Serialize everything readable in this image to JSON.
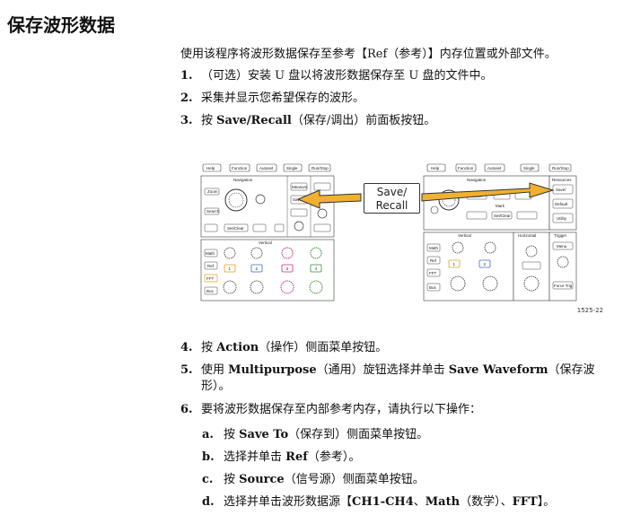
{
  "title": "保存波形数据",
  "intro": "使用该程序将波形数据保存至参考【Ref（参考）】内存位置或外部文件。",
  "steps": [
    {
      "num": "1.",
      "text": "（可选）安装 U 盘以将波形数据保存至 U 盘的文件中。"
    },
    {
      "num": "2.",
      "text": "采集并显示您希望保存的波形。"
    },
    {
      "num": "3.",
      "pre": "按 ",
      "bold": "Save/Recall",
      "post": "（保存/调出）前面板按钮。"
    },
    {
      "num": "4.",
      "pre": "按 ",
      "bold": "Action",
      "post": "（操作）侧面菜单按钮。"
    },
    {
      "num": "5.",
      "pre": "使用 ",
      "bold": "Multipurpose",
      "mid": "（通用）旋钮选择并单击 ",
      "bold2": "Save Waveform",
      "post": "（保存波",
      "line2": "形）。"
    },
    {
      "num": "6.",
      "text": "要将波形数据保存至内部参考内存，请执行以下操作："
    }
  ],
  "substeps": [
    {
      "num": "a.",
      "pre": "按 ",
      "bold": "Save To",
      "post": "（保存到）侧面菜单按钮。"
    },
    {
      "num": "b.",
      "pre": "选择并单击 ",
      "bold": "Ref",
      "post": "（参考）。"
    },
    {
      "num": "c.",
      "pre": "按 ",
      "bold": "Source",
      "post": "（信号源）侧面菜单按钮。"
    },
    {
      "num": "d.",
      "pre": "选择并单击波形数据源【",
      "bold": "CH1-CH4",
      "mid": "、",
      "bold2": "Math",
      "mid2": "（数学）、",
      "bold3": "FFT",
      "post": "】。"
    }
  ],
  "figure": {
    "callout_line1": "Save/",
    "callout_line2": "Recall",
    "figure_number": "1525-22",
    "left_panel": {
      "top_buttons": [
        "Help",
        "Function",
        "Autoset",
        "Single",
        "Run/Stop"
      ],
      "labels": [
        "Navigation",
        "Measure",
        "Save/Recall",
        "Zoom",
        "Search",
        "Set/Clear",
        "Vertical",
        "Math",
        "Ref",
        "FFT",
        "Bus"
      ]
    },
    "right_panel": {
      "top_buttons": [
        "Help",
        "Function",
        "Autoset",
        "Single",
        "Run/Stop"
      ],
      "labels": [
        "Navigation",
        "Resources",
        "Save/Recall",
        "Default Setup",
        "Utility",
        "Vertical",
        "Horizontal",
        "Trigger",
        "Menu",
        "Force Trig",
        "Mark",
        "Set/Clear"
      ]
    },
    "accent_color": "#e3a018"
  }
}
